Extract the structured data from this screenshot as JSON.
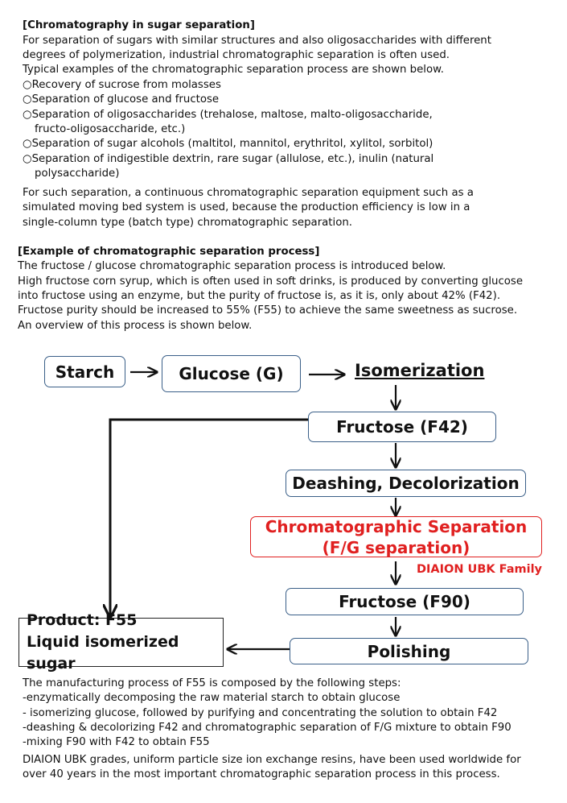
{
  "intro": {
    "heading": "[Chromatography in sugar separation]",
    "lines": [
      "For separation of sugars with similar structures and also oligosaccharides with different",
      "degrees of polymerization, industrial chromatographic separation is often used.",
      "Typical examples of the chromatographic separation process are shown below."
    ],
    "bullets": [
      "○Recovery of sucrose from molasses",
      "○Separation of glucose and fructose",
      "○Separation of oligosaccharides (trehalose, maltose, malto-oligosaccharide,",
      "fructo-oligosaccharide, etc.)",
      "○Separation of sugar alcohols (maltitol, mannitol, erythritol, xylitol, sorbitol)",
      "○Separation of indigestible dextrin, rare sugar (allulose, etc.), inulin (natural",
      "polysaccharide)"
    ],
    "closing": [
      "For such separation, a continuous chromatographic separation equipment such as a",
      "simulated moving bed system is used, because the production efficiency is low in a",
      "single-column type (batch type) chromatographic separation."
    ]
  },
  "example": {
    "heading": "[Example of chromatographic separation process]",
    "lines": [
      "The fructose / glucose chromatographic separation process is introduced below.",
      "High fructose corn syrup, which is often used in soft drinks, is produced by converting glucose",
      "into fructose using an enzyme, but the purity of fructose is, as it is, only about 42% (F42).",
      "Fructose purity should be increased to 55% (F55) to achieve the same sweetness as sucrose.",
      "An overview of this process is shown below."
    ]
  },
  "flow": {
    "starch": "Starch",
    "glucose": "Glucose (G)",
    "isomerization": "Isomerization",
    "fructose_f42": "Fructose (F42)",
    "deashing": "Deashing, Decolorization",
    "chrom_line1": "Chromatographic Separation",
    "chrom_line2": "(F/G separation)",
    "resin_label": "DIAION UBK   Family",
    "fructose_f90": "Fructose (F90)",
    "polishing": "Polishing",
    "product_line1": "Product: F55",
    "product_line2": "Liquid isomerized sugar",
    "colors": {
      "box_border": "#3a5f88",
      "highlight": "#e02020",
      "arrow": "#111111"
    }
  },
  "summary": {
    "lines": [
      "The manufacturing process of F55 is composed by the following steps:",
      "-enzymatically decomposing the raw material starch to obtain glucose",
      "- isomerizing glucose, followed by purifying and concentrating the solution to obtain F42",
      "-deashing & decolorizing F42 and chromatographic separation of F/G mixture to obtain F90",
      "-mixing F90 with F42 to obtain F55"
    ],
    "closing": [
      "DIAION UBK grades, uniform particle size ion exchange resins, have been used worldwide for",
      "over 40 years in the most important chromatographic separation process in this process."
    ]
  }
}
